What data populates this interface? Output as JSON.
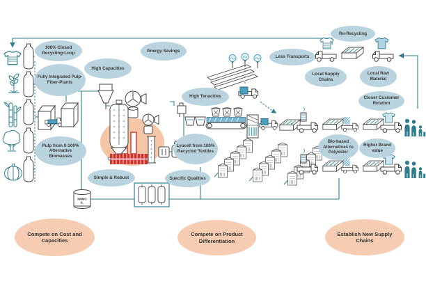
{
  "diagram": {
    "bubbles": [
      {
        "label": "100% Closed Recycling-Loop"
      },
      {
        "label": "Fully Integrated Pulp-Fiber-Plants"
      },
      {
        "label": "High Capacities"
      },
      {
        "label": "Pulp from 0-100% Alternative Biomasses"
      },
      {
        "label": "Energy Savings"
      },
      {
        "label": "High Tenacities"
      },
      {
        "label": "Simple & Robust"
      },
      {
        "label": "Specific Qualities"
      },
      {
        "label": "Lyocell from 100% Recycled Textiles"
      },
      {
        "label": "Less Transports"
      },
      {
        "label": "Re-Recycling"
      },
      {
        "label": "Local Supply Chains"
      },
      {
        "label": "Local Raw Material"
      },
      {
        "label": "Closer Customer Relation"
      },
      {
        "label": "Bio-based Alternatives to Polyester"
      },
      {
        "label": "Higher Brand value"
      }
    ],
    "strategies": [
      {
        "label": "Compete on Cost and Capacities"
      },
      {
        "label": "Compete on Product Differentiation"
      },
      {
        "label": "Establish New Supply Chains"
      }
    ],
    "tank": {
      "line1": "NMMO",
      "line2": "IL"
    },
    "colors": {
      "teal": "#2e7d8e",
      "blue_accent": "#4ba0c2",
      "bubble_fill": "#b9d4de",
      "strategy_fill": "#f6cdb2",
      "highlight_fill": "#f4c5a6",
      "machine_red": "#d2342c",
      "outline": "#3f3f3f"
    }
  }
}
